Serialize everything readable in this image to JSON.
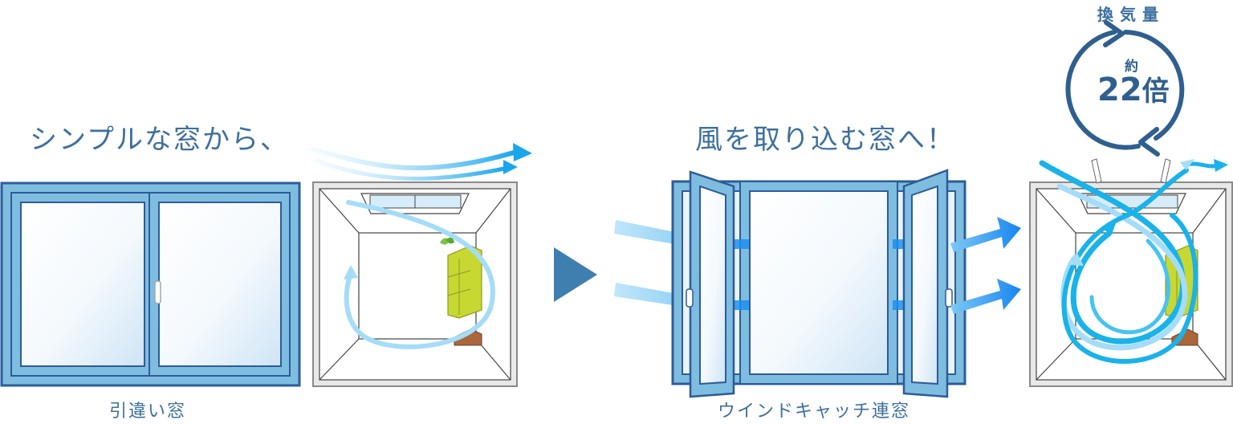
{
  "left": {
    "heading": "シンプルな窓から、",
    "caption": "引違い窓"
  },
  "right": {
    "heading": "風を取り込む窓へ！",
    "caption": "ウインドキャッチ連窓"
  },
  "ventilation": {
    "title": "換気量",
    "approx": "約",
    "value": "22",
    "unit": "倍"
  },
  "colors": {
    "frame": "#7fbde0",
    "frame_dark": "#2d5c99",
    "glass": "#eaf3fb",
    "air_light": "#a5dcf8",
    "air": "#19b2ea",
    "air_arrow": "#1b8ff0",
    "text": "#3d6f9e",
    "cycle": "#2f5f8e",
    "shelf": "#c7d832",
    "room_edge": "#8a8a8a",
    "next_arrow": "#3f7fb0"
  }
}
